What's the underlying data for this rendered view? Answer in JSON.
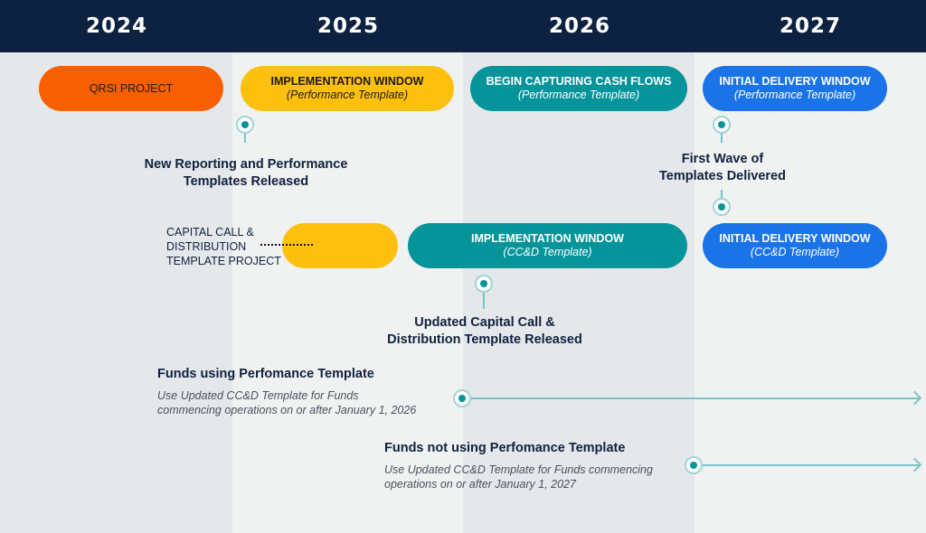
{
  "years": [
    "2024",
    "2025",
    "2026",
    "2027"
  ],
  "row1": [
    {
      "title": "QRSI PROJECT",
      "sub": ""
    },
    {
      "title": "IMPLEMENTATION WINDOW",
      "sub": "(Performance Template)"
    },
    {
      "title": "BEGIN CAPTURING CASH FLOWS",
      "sub": "(Performance Template)"
    },
    {
      "title": "INITIAL DELIVERY WINDOW",
      "sub": "(Performance Template)"
    }
  ],
  "row2_label": [
    "CAPITAL CALL &",
    "DISTRIBUTION",
    "TEMPLATE PROJECT"
  ],
  "row2": [
    {
      "title": "IMPLEMENTATION WINDOW",
      "sub": "(CC&D Template)"
    },
    {
      "title": "INITIAL DELIVERY WINDOW",
      "sub": "(CC&D Template)"
    }
  ],
  "milestones": [
    {
      "line1": "New Reporting and Performance",
      "line2": "Templates Released"
    },
    {
      "line1": "First Wave of",
      "line2": "Templates Delivered"
    },
    {
      "line1": "Updated Capital Call &",
      "line2": "Distribution Template Released"
    }
  ],
  "funds": [
    {
      "title": "Funds using Perfomance Template",
      "sub1": "Use Updated CC&D Template for Funds",
      "sub2": "commencing operations on or after January 1, 2026"
    },
    {
      "title": "Funds not using Perfomance Template",
      "sub1": "Use Updated CC&D Template for Funds commencing",
      "sub2": "operations on or after January 1, 2027"
    }
  ],
  "colors": {
    "header": "#0d2240",
    "orange": "#f75f00",
    "yellow": "#fdc00f",
    "teal": "#05949a",
    "blue": "#1a74e8"
  }
}
